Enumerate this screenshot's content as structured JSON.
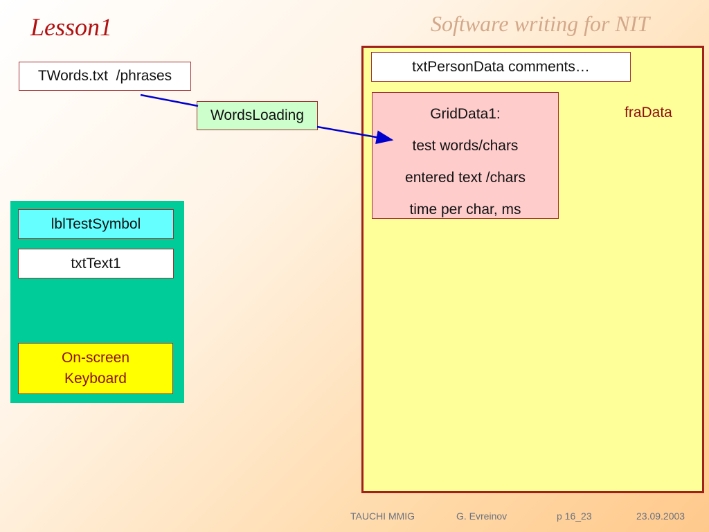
{
  "header": {
    "title": "Lesson1",
    "subtitle": "Software writing for NIT"
  },
  "diagram": {
    "twords_box": "TWords.txt  /phrases",
    "words_loading_box": "WordsLoading",
    "person_data_box": "txtPersonData comments…",
    "grid_data_lines": [
      "GridData1:",
      "test words/chars",
      "entered text /chars",
      "time per char, ms"
    ],
    "fra_data_label": "fraData",
    "lbl_test_symbol": "lblTestSymbol",
    "txt_text1": "txtText1",
    "keyboard_lines": [
      "On-screen",
      "Keyboard"
    ]
  },
  "footer": {
    "org": "TAUCHI MMIG",
    "author": "G. Evreinov",
    "page": "p 16_23",
    "date": "23.09.2003"
  },
  "colors": {
    "title": "#b01010",
    "arrow": "#0000cc",
    "panel_green": "#00cc99",
    "frame_yellow": "#ffff99",
    "grid_pink": "#ffcccc"
  }
}
